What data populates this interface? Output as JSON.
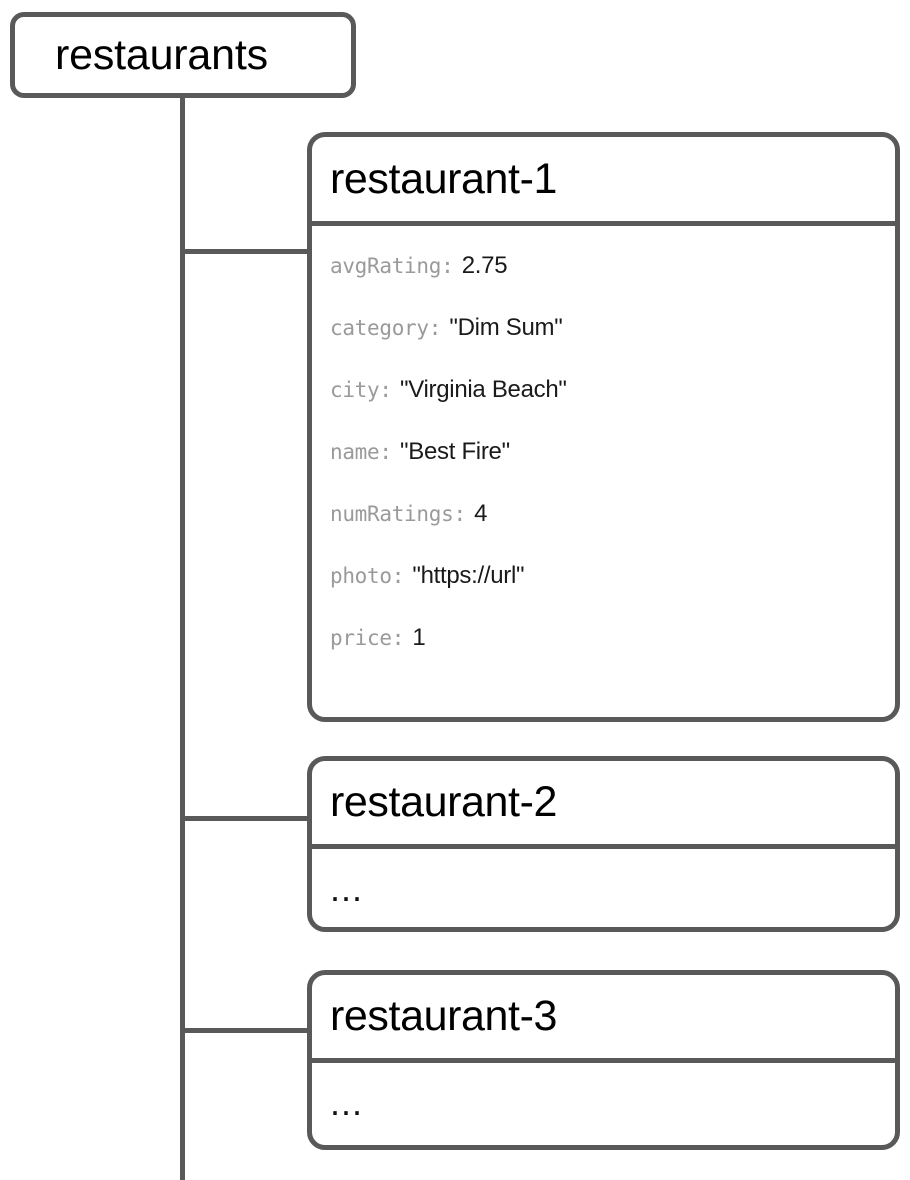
{
  "diagram": {
    "type": "tree",
    "root": {
      "label": "restaurants"
    },
    "nodes": [
      {
        "title": "restaurant-1",
        "kind": "document",
        "fields": [
          {
            "key": "avgRating",
            "separator": ":",
            "value": "2.75"
          },
          {
            "key": "category",
            "separator": ":",
            "value": "\"Dim Sum\""
          },
          {
            "key": "city",
            "separator": ":",
            "value": "\"Virginia Beach\""
          },
          {
            "key": "name",
            "separator": ":",
            "value": "\"Best Fire\""
          },
          {
            "key": "numRatings",
            "separator": ":",
            "value": "4"
          },
          {
            "key": "photo",
            "separator": ":",
            "value": "\"https://url\""
          },
          {
            "key": "price",
            "separator": ":",
            "value": "1"
          }
        ]
      },
      {
        "title": "restaurant-2",
        "kind": "document",
        "collapsed_label": "..."
      },
      {
        "title": "restaurant-3",
        "kind": "document",
        "collapsed_label": "..."
      }
    ]
  },
  "colors": {
    "border": "#595959",
    "field_key": "#9a9a9a",
    "field_value": "#1a1a1a",
    "title": "#000000",
    "background": "#ffffff"
  }
}
